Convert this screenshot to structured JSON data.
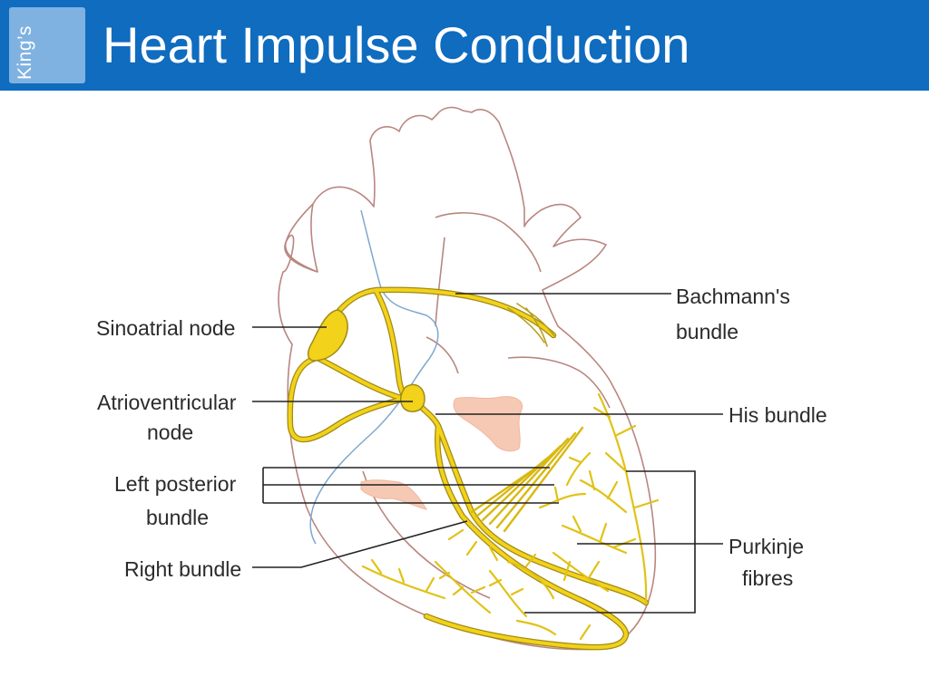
{
  "header": {
    "logo_text": "King’s",
    "title": "Heart Impulse Conduction",
    "background_color": "#0f6cbf"
  },
  "diagram": {
    "labels": {
      "sinoatrial_node": "Sinoatrial node",
      "atrioventricular_node_line1": "Atrioventricular",
      "atrioventricular_node_line2": "node",
      "left_posterior_bundle_line1": "Left posterior",
      "left_posterior_bundle_line2": "bundle",
      "right_bundle": "Right bundle",
      "bachmanns_bundle_line1": "Bachmann's",
      "bachmanns_bundle_line2": "bundle",
      "his_bundle": "His bundle",
      "purkinje_fibres_line1": "Purkinje",
      "purkinje_fibres_line2": "fibres"
    },
    "colors": {
      "heart_outline": "#b98680",
      "conduction": "#f2d21a",
      "conduction_edge": "#a08a14",
      "vessel": "#7fa7cf",
      "valve": "#f6c9b5",
      "leader_line": "#222222"
    }
  }
}
